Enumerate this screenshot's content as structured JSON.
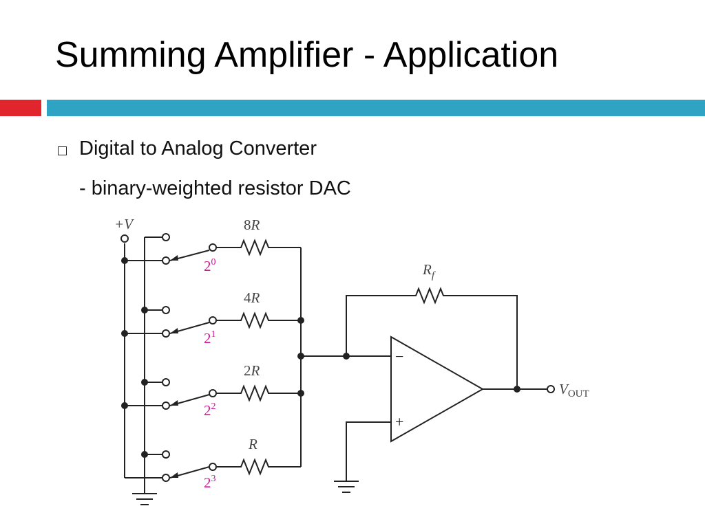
{
  "slide": {
    "title": "Summing Amplifier - Application",
    "bullet": "Digital to Analog Converter",
    "sub_bullet": "- binary-weighted resistor DAC"
  },
  "colors": {
    "accent_red": "#e0262c",
    "accent_blue": "#2ea3c4",
    "wire": "#222222",
    "bit_label": "#d4149a",
    "component_label": "#444444"
  },
  "circuit": {
    "supply_label": "+V",
    "resistors": [
      {
        "coef": "8",
        "sym": "R",
        "bit_base": "2",
        "bit_exp": "0"
      },
      {
        "coef": "4",
        "sym": "R",
        "bit_base": "2",
        "bit_exp": "1"
      },
      {
        "coef": "2",
        "sym": "R",
        "bit_base": "2",
        "bit_exp": "2"
      },
      {
        "coef": "",
        "sym": "R",
        "bit_base": "2",
        "bit_exp": "3"
      }
    ],
    "feedback": {
      "sym": "R",
      "sub": "f"
    },
    "opamp": {
      "inverting": "−",
      "noninverting": "+"
    },
    "output": {
      "sym": "V",
      "sub": "OUT"
    }
  }
}
